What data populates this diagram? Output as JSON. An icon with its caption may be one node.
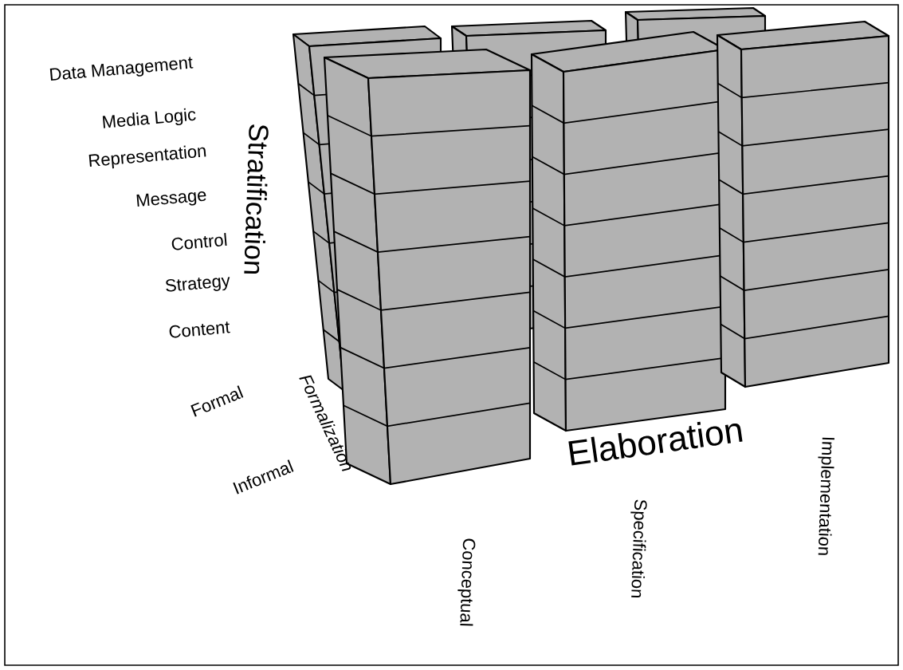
{
  "diagram": {
    "labels": [
      "Data Management",
      "Media Logic",
      "Representation",
      "Message",
      "Control",
      "Strategy",
      "Content",
      "Stratification",
      "Formal",
      "Formalization",
      "Informal",
      "Elaboration",
      "Conceptual",
      "Specification",
      "Implementation"
    ]
  }
}
